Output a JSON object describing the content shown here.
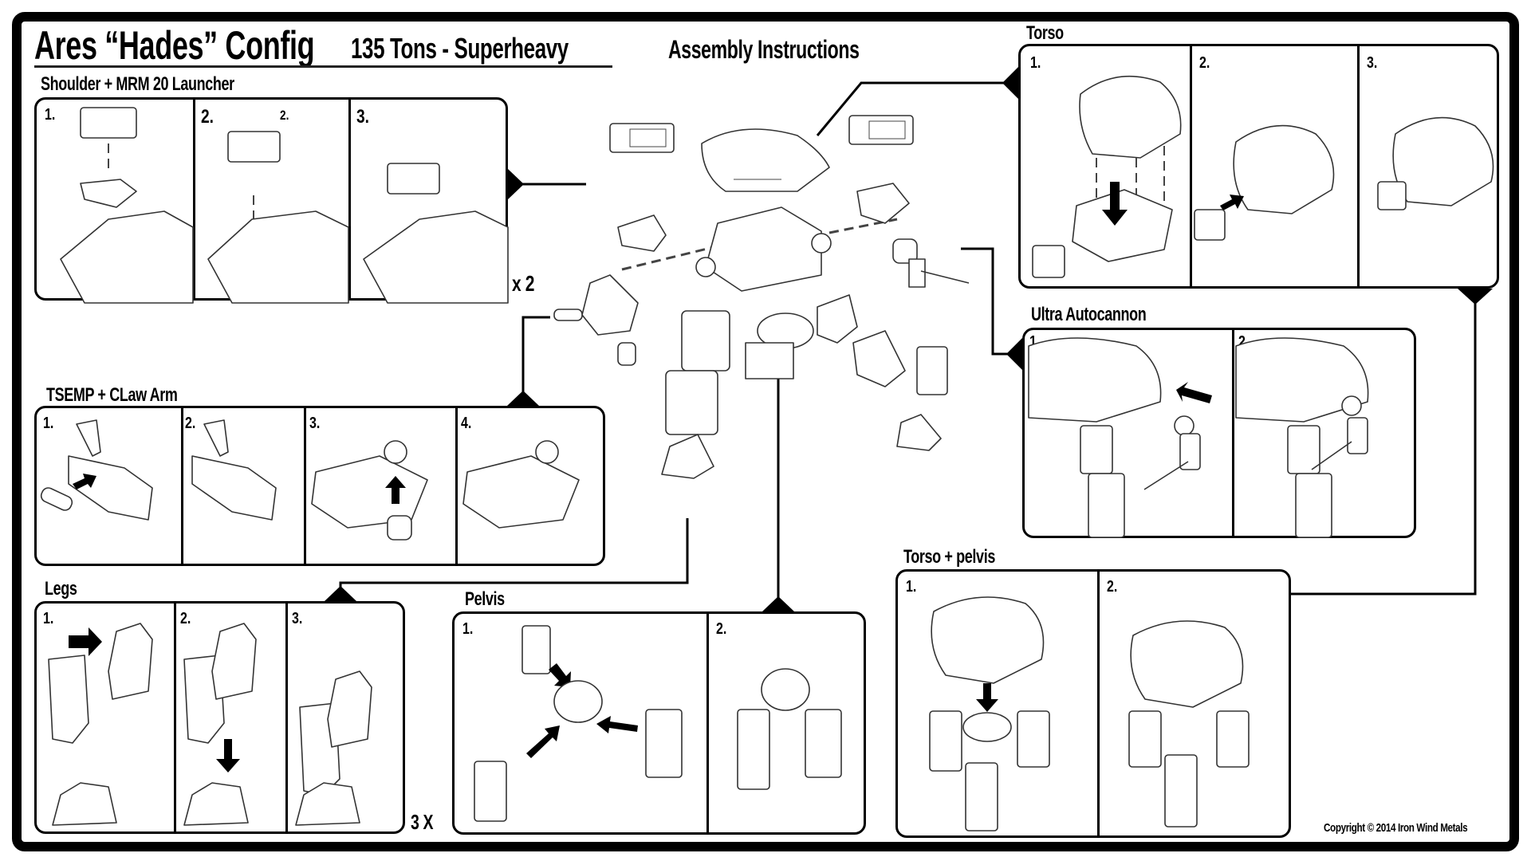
{
  "header": {
    "title": "Ares “Hades” Config",
    "subtitle": "135 Tons - Superheavy",
    "center_heading": "Assembly Instructions"
  },
  "sections": {
    "shoulder": {
      "label": "Shoulder + MRM 20 Launcher",
      "steps": [
        "1.",
        "2.",
        "3."
      ],
      "extra_step_label": "2.",
      "multiplier": "x 2"
    },
    "torso": {
      "label": "Torso",
      "steps": [
        "1.",
        "2.",
        "3."
      ]
    },
    "tsemp": {
      "label": "TSEMP + CLaw Arm",
      "steps": [
        "1.",
        "2.",
        "3.",
        "4."
      ]
    },
    "ultra": {
      "label": "Ultra Autocannon",
      "steps": [
        "1.",
        "2."
      ]
    },
    "legs": {
      "label": "Legs",
      "steps": [
        "1.",
        "2.",
        "3."
      ],
      "multiplier": "3 X"
    },
    "pelvis": {
      "label": "Pelvis",
      "steps": [
        "1.",
        "2."
      ]
    },
    "torso_pelvis": {
      "label": "Torso + pelvis",
      "steps": [
        "1.",
        "2."
      ]
    }
  },
  "footer": {
    "copyright": "Copyright © 2014 Iron Wind Metals"
  },
  "icons": {
    "arrow": "solid-black-arrow",
    "connector": "black-triangle-pointer",
    "guide": "dashed-alignment-line"
  }
}
